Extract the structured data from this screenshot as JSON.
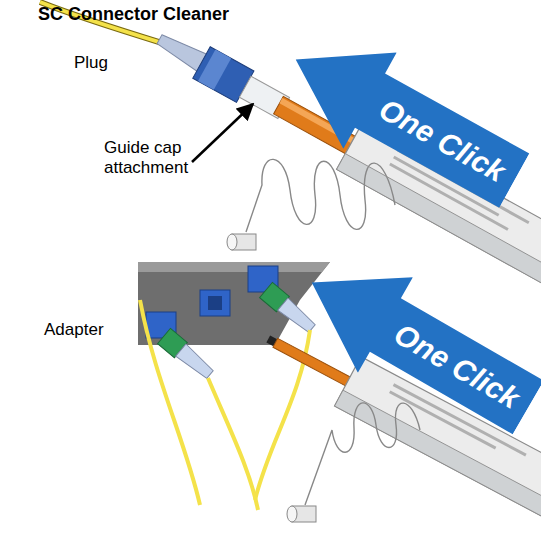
{
  "diagram": {
    "title": "SC Connector Cleaner",
    "nodes": [
      {
        "text": [
          "One Click"
        ]
      },
      {
        "text": [
          "One Click"
        ]
      }
    ],
    "labels": [
      "Plug",
      "Guide cap attachment",
      "Adapter"
    ]
  }
}
